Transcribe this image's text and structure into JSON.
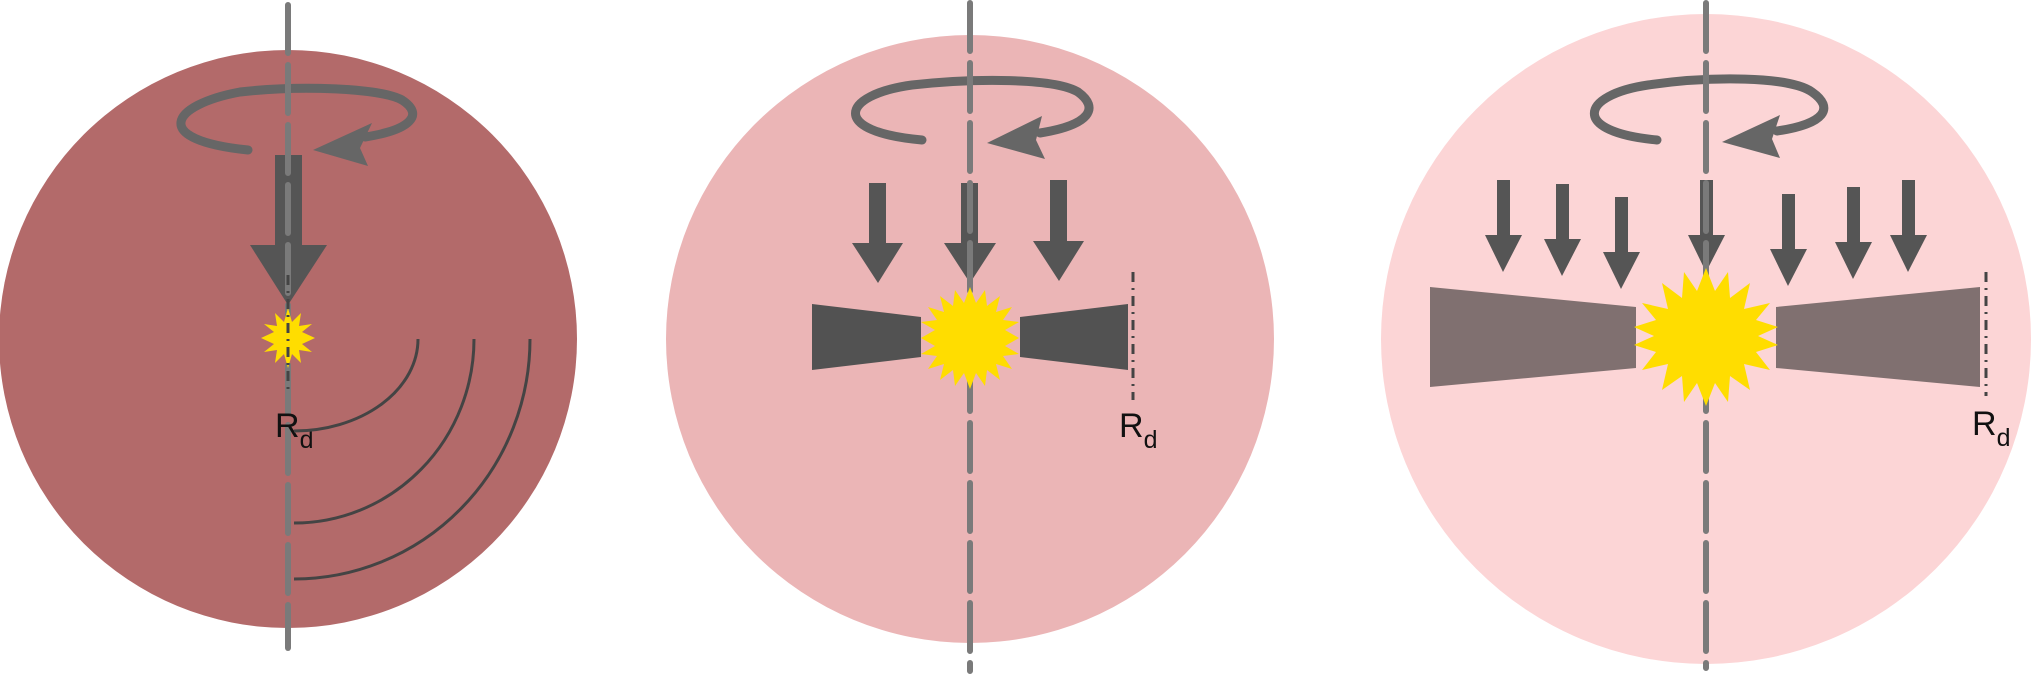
{
  "panels": [
    {
      "radius_label": "R",
      "radius_subscript": "d",
      "sphere_color": "#b36a6a"
    },
    {
      "radius_label": "R",
      "radius_subscript": "d",
      "sphere_color": "#ebb5b6"
    },
    {
      "radius_label": "R",
      "radius_subscript": "d",
      "sphere_color": "#fcd5d6"
    }
  ],
  "colors": {
    "axis": "#7a7a7a",
    "arrow": "#5a5a5a",
    "rotation": "#666666",
    "star": "#ffdd00",
    "disk_dark": "#525252",
    "disk_wide": "#807070",
    "contour": "#444444"
  }
}
